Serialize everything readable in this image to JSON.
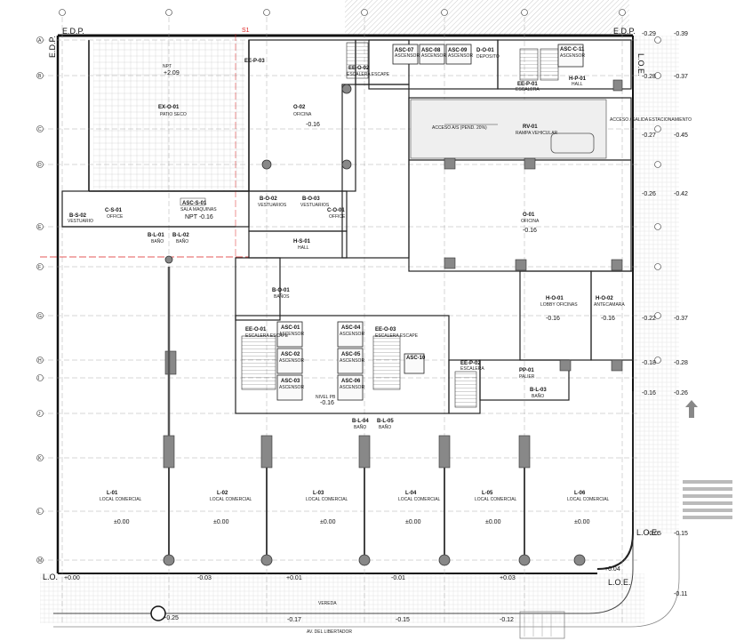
{
  "top_markers": {
    "edp_left": "E.D.P.",
    "edp_right": "E.D.P.",
    "s1": "S1",
    "lot_line_right": "L.O.E."
  },
  "left_markers": {
    "edp_vertical": "E.D.P.",
    "lo_left": "L.O."
  },
  "bottom_markers": {
    "lo_right": "L.O.E.",
    "street": "VEREDA",
    "avenue": "AV. DEL LIBERTADOR"
  },
  "side_levels_right": [
    "-0.29",
    "-0.39",
    "-0.28",
    "-0.37",
    "-0.27",
    "-0.45",
    "-0.26",
    "-0.42",
    "-0.22",
    "-0.37",
    "-0.18",
    "-0.28",
    "-0.16",
    "-0.26",
    "-0.05",
    "-0.15",
    "+0.04",
    "-0.11"
  ],
  "bottom_levels": [
    "+0.00",
    "-0.03",
    "+0.01",
    "-0.01",
    "+0.03",
    "-0.25",
    "-0.17",
    "-0.15",
    "-0.12"
  ],
  "rooms": {
    "ex_o_01": {
      "code": "EX-O-01",
      "name": "PATIO SECO",
      "level": "+2.09"
    },
    "o_02": {
      "code": "O-02",
      "name": "OFICINA",
      "level": "-0.16"
    },
    "o_01": {
      "code": "O-01",
      "name": "OFICINA",
      "level": "-0.16"
    },
    "asc_s_01": {
      "code": "ASC-S-01",
      "name": "SALA MAQUINAS",
      "level": "NPT -0.16"
    },
    "b_o_02": {
      "code": "B-O-02",
      "name": "VESTUARIOS"
    },
    "b_o_03": {
      "code": "B-O-03",
      "name": "VESTUARIOS"
    },
    "c_o_01": {
      "code": "C-O-01",
      "name": "OFFICE"
    },
    "b_s_02": {
      "code": "B-S-02",
      "name": "VESTUARIO"
    },
    "c_s_01": {
      "code": "C-S-01",
      "name": "OFFICE"
    },
    "b_l_01": {
      "code": "B-L-01",
      "name": "BAÑO"
    },
    "b_l_02": {
      "code": "B-L-02",
      "name": "BAÑO"
    },
    "h_s_01": {
      "code": "H-S-01",
      "name": "HALL"
    },
    "b_o_01": {
      "code": "B-O-01",
      "name": "BAÑOS"
    },
    "rv_01": {
      "code": "RV-01",
      "name": "RAMPA VEHICULAR"
    },
    "access_ramp": {
      "name": "ACCESO A/S (PEND. 20%)"
    },
    "access_right": {
      "name": "ACCESO / SALIDA ESTACIONAMIENTO"
    },
    "d_o_01": {
      "code": "D-O-01",
      "name": "DEPOSITO"
    },
    "h_o_01": {
      "code": "H-O-01",
      "name": "LOBBY OFICINAS",
      "level": "-0.16"
    },
    "h_o_02": {
      "code": "H-O-02",
      "name": "ANTECAMARA",
      "level": "-0.16"
    },
    "ee_o_02": {
      "code": "EE-O-02",
      "name": "ESCALERA ESCAPE"
    },
    "ee_o_01": {
      "code": "EE-O-01",
      "name": "ESCALERA ESCAPE"
    },
    "ee_o_03": {
      "code": "EE-O-03",
      "name": "ESCALERA ESCAPE"
    },
    "ee_p_02": {
      "code": "EE-P-02",
      "name": "ESCALERA"
    },
    "ee_p_01": {
      "code": "EE-P-01",
      "name": "ESCALERA"
    },
    "h_p_01": {
      "code": "H-P-01",
      "name": "HALL"
    },
    "asc_c_11": {
      "code": "ASC-C-11",
      "name": "ASCENSOR"
    },
    "pp_01": {
      "code": "PP-01",
      "name": "PALIER"
    },
    "b_l_03": {
      "code": "B-L-03",
      "name": "BAÑO"
    },
    "b_l_04": {
      "code": "B-L-04",
      "name": "BAÑO"
    },
    "b_l_05": {
      "code": "B-L-05",
      "name": "BAÑO"
    },
    "asc_10": {
      "code": "ASC-10"
    },
    "ee_p_03": {
      "code": "EE-P-03"
    },
    "nivel_pb": {
      "name": "NIVEL PB",
      "level": "-0.16"
    }
  },
  "elevators": [
    {
      "code": "ASC-07",
      "name": "ASCENSOR"
    },
    {
      "code": "ASC-08",
      "name": "ASCENSOR"
    },
    {
      "code": "ASC-09",
      "name": "ASCENSOR"
    },
    {
      "code": "ASC-01",
      "name": "ASCENSOR"
    },
    {
      "code": "ASC-02",
      "name": "ASCENSOR"
    },
    {
      "code": "ASC-03",
      "name": "ASCENSOR"
    },
    {
      "code": "ASC-04",
      "name": "ASCENSOR"
    },
    {
      "code": "ASC-05",
      "name": "ASCENSOR"
    },
    {
      "code": "ASC-06",
      "name": "ASCENSOR"
    }
  ],
  "locals": [
    {
      "code": "L-01",
      "name": "LOCAL COMERCIAL",
      "level": "±0.00"
    },
    {
      "code": "L-02",
      "name": "LOCAL COMERCIAL",
      "level": "±0.00"
    },
    {
      "code": "L-03",
      "name": "LOCAL COMERCIAL",
      "level": "±0.00"
    },
    {
      "code": "L-04",
      "name": "LOCAL COMERCIAL",
      "level": "±0.00"
    },
    {
      "code": "L-05",
      "name": "LOCAL COMERCIAL",
      "level": "±0.00"
    },
    {
      "code": "L-06",
      "name": "LOCAL COMERCIAL",
      "level": "±0.00"
    }
  ],
  "grid_letters": [
    "A",
    "B",
    "C",
    "D",
    "E",
    "F",
    "G",
    "H",
    "I",
    "J",
    "K",
    "L",
    "M"
  ],
  "npt_label": "NPT"
}
